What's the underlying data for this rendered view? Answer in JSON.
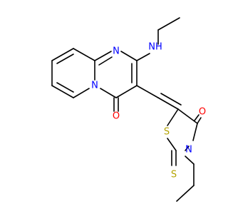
{
  "molecule": {
    "atoms": {
      "n_top": {
        "label": "N",
        "color": "#0000ff"
      },
      "nh": {
        "label": "NH",
        "color": "#0000ff"
      },
      "n_ring": {
        "label": "N",
        "color": "#0000ff"
      },
      "o_left": {
        "label": "O",
        "color": "#ff0000"
      },
      "o_right": {
        "label": "O",
        "color": "#ff0000"
      },
      "s_ring": {
        "label": "S",
        "color": "#b3a300"
      },
      "n_thz": {
        "label": "N",
        "color": "#0000ff"
      },
      "s_thione": {
        "label": "S",
        "color": "#b3a300"
      }
    }
  }
}
